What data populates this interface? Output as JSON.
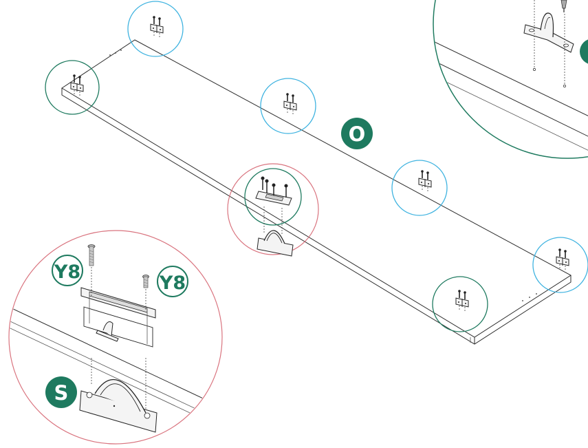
{
  "colors": {
    "teal": "#1e7a5f",
    "blue": "#3fb3e0",
    "red": "#d9737e",
    "line": "#2a2a2a"
  },
  "labels": {
    "panel_letter": "O",
    "part_s": "S",
    "screw_y8_a": "Y8",
    "screw_y8_b": "Y8"
  },
  "callouts": [
    {
      "name": "hinge-callout-top-left",
      "color": "blue"
    },
    {
      "name": "hinge-callout-left",
      "color": "teal"
    },
    {
      "name": "hinge-callout-center",
      "color": "blue"
    },
    {
      "name": "handle-callout-center",
      "color": "red"
    },
    {
      "name": "hinge-callout-right-center",
      "color": "blue"
    },
    {
      "name": "hinge-callout-right",
      "color": "blue"
    },
    {
      "name": "hinge-callout-bottom-right",
      "color": "teal"
    },
    {
      "name": "detail-callout-top-right",
      "color": "teal"
    },
    {
      "name": "detail-callout-bottom-left",
      "color": "red"
    }
  ]
}
